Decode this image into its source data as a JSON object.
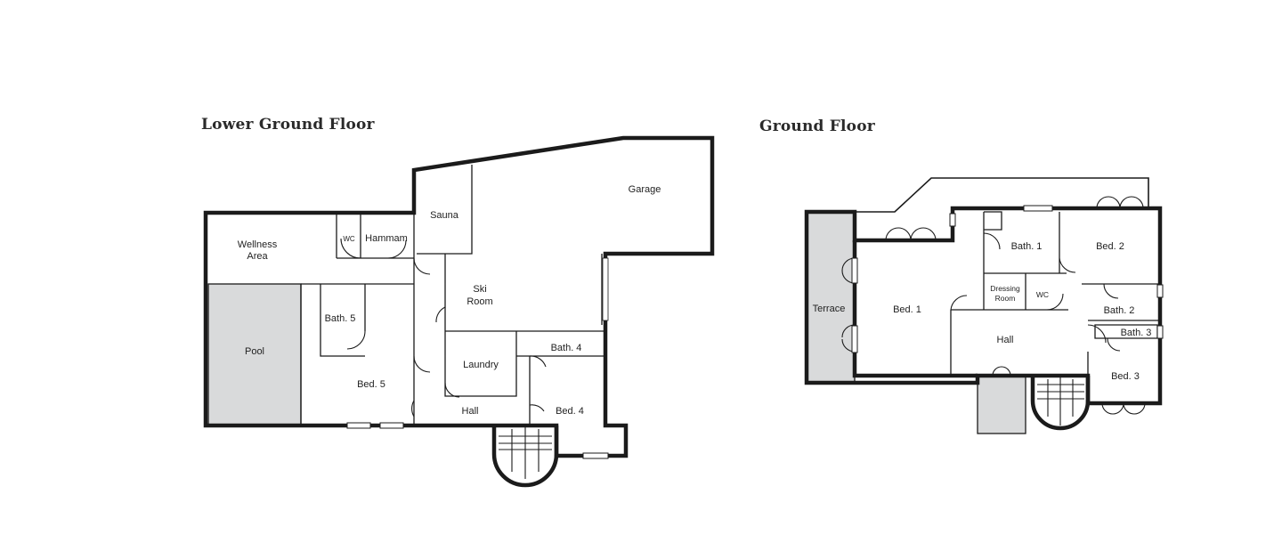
{
  "plans": {
    "lower": {
      "title": "Lower Ground Floor",
      "rooms": {
        "garage": "Garage",
        "sauna": "Sauna",
        "wc": "WC",
        "hammam": "Hammam",
        "wellness_line1": "Wellness",
        "wellness_line2": "Area",
        "ski_line1": "Ski",
        "ski_line2": "Room",
        "pool": "Pool",
        "bath5": "Bath. 5",
        "bed5": "Bed. 5",
        "laundry": "Laundry",
        "bath4": "Bath. 4",
        "hall": "Hall",
        "bed4": "Bed. 4"
      }
    },
    "ground": {
      "title": "Ground Floor",
      "rooms": {
        "terrace": "Terrace",
        "bed1": "Bed. 1",
        "bath1": "Bath. 1",
        "bed2": "Bed. 2",
        "dressing_line1": "Dressing",
        "dressing_line2": "Room",
        "wc": "WC",
        "bath2": "Bath. 2",
        "bath3": "Bath. 3",
        "hall": "Hall",
        "bed3": "Bed. 3"
      }
    }
  },
  "colors": {
    "wall": "#1b1b1b",
    "shaded_area": "#d9dadb",
    "background": "#ffffff"
  }
}
